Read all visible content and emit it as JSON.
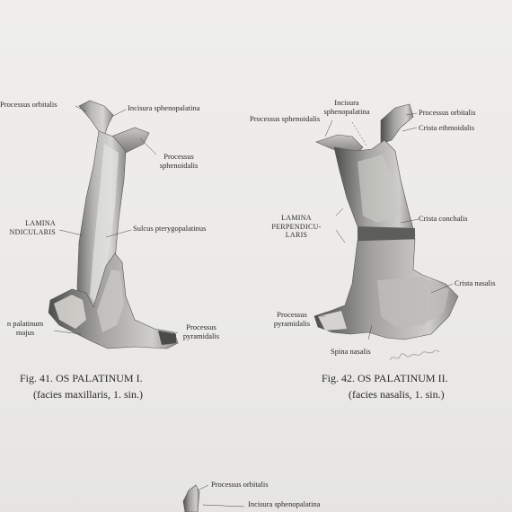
{
  "fig41": {
    "labels": {
      "processus_orbitalis": "Processus orbitalis",
      "incisura": "Incisura sphenopalatina",
      "proc_sphen_1": "Processus",
      "proc_sphen_2": "sphenoidalis",
      "lamina_1": "LAMINA",
      "lamina_2": "NDICULARIS",
      "sulcus": "Sulcus pterygopalatinus",
      "foramen_1": "n palatinum",
      "foramen_2": "majus",
      "proc_pyr_1": "Processus",
      "proc_pyr_2": "pyramidalis"
    },
    "caption": "Fig. 41. OS PALATINUM I.",
    "subcaption": "(facies maxillaris, 1. sin.)"
  },
  "fig42": {
    "labels": {
      "incisura_1": "Incisura",
      "incisura_2": "sphenopalatina",
      "proc_sphen": "Processus sphenoidalis",
      "proc_orb": "Processus orbitalis",
      "crista_eth": "Crista ethmoidalis",
      "lamina_1": "LAMINA",
      "lamina_2": "PERPENDICU-",
      "lamina_3": "LARIS",
      "crista_conch": "Crista conchalis",
      "crista_nasalis": "Crista nasalis",
      "proc_pyr_1": "Processus",
      "proc_pyr_2": "pyramidalis",
      "spina": "Spina nasalis"
    },
    "caption": "Fig. 42. OS PALATINUM II.",
    "subcaption": "(facies nasalis, 1. sin.)"
  },
  "fig43": {
    "labels": {
      "proc_orb": "Processus orbitalis",
      "incisura": "Incisura sphenopalatina"
    }
  }
}
